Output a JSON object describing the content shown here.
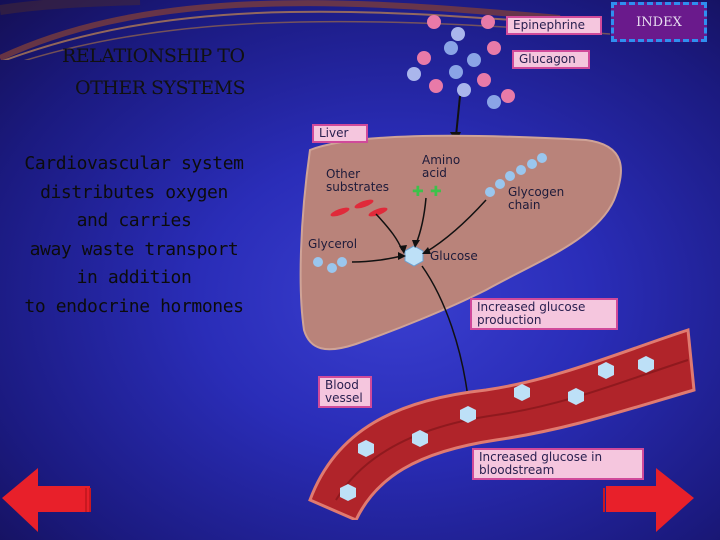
{
  "title": {
    "line1": "RELATIONSHIP TO",
    "line2": "OTHER SYSTEMS"
  },
  "body": {
    "lines": [
      "Cardiovascular system",
      "distributes oxygen",
      "and carries",
      "away waste transport",
      "in addition",
      "to endocrine hormones"
    ]
  },
  "index_button": {
    "label": "INDEX"
  },
  "diagram": {
    "labels": {
      "epinephrine": "Epinephrine",
      "glucagon": "Glucagon",
      "liver": "Liver",
      "other_substrates": "Other substrates",
      "amino_acid": "Amino acid",
      "glycogen_chain": "Glycogen chain",
      "glycerol": "Glycerol",
      "glucose": "Glucose",
      "increased_production": "Increased glucose production",
      "blood_vessel": "Blood vessel",
      "increased_bloodstream": "Increased glucose in bloodstream"
    }
  },
  "nav": {
    "back_icon": "left-arrow-icon",
    "forward_icon": "right-arrow-icon"
  },
  "colors": {
    "background": "#2a2db8",
    "label_fill": "#f5c6de",
    "label_border": "#d04a9a",
    "liver": "#b9837a",
    "vessel": "#b0242a",
    "nav_arrow": "#e8202a",
    "index_fill": "#6a1a8c"
  }
}
